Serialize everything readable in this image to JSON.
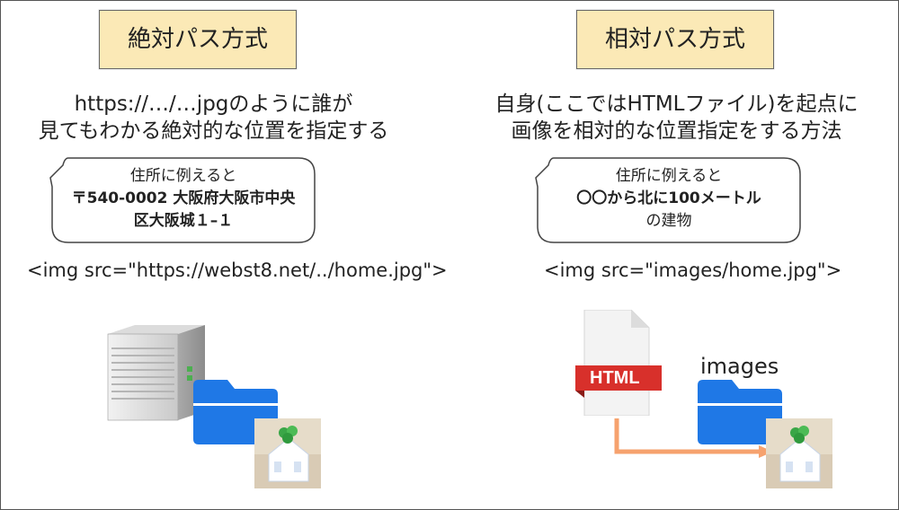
{
  "left": {
    "title": "絶対パス方式",
    "desc_line1": "https://…/…jpgのように誰が",
    "desc_line2": "見てもわかる絶対的な位置を指定する",
    "bubble_line1": "住所に例えると",
    "bubble_line2": "〒540-0002 大阪府大阪市中央",
    "bubble_line3": "区大阪城１–１",
    "code": "<img src=\"https://webst8.net/../home.jpg\">"
  },
  "right": {
    "title": "相対パス方式",
    "desc_line1": "自身(ここではHTMLファイル)を起点に",
    "desc_line2": "画像を相対的な位置指定をする方法",
    "bubble_line1": "住所に例えると",
    "bubble_line2": "〇〇から北に100メートル",
    "bubble_line3": "の建物",
    "code": "<img src=\"images/home.jpg\">",
    "file_badge": "HTML",
    "folder_label": "images"
  },
  "colors": {
    "title_bg": "#fbe9b6",
    "folder_blue": "#1f78e6",
    "html_red": "#d8302b",
    "arrow_orange": "#f6a26e"
  },
  "icons": [
    "server-icon",
    "folder-icon",
    "house-image-icon",
    "html-file-icon",
    "arrow-icon"
  ]
}
